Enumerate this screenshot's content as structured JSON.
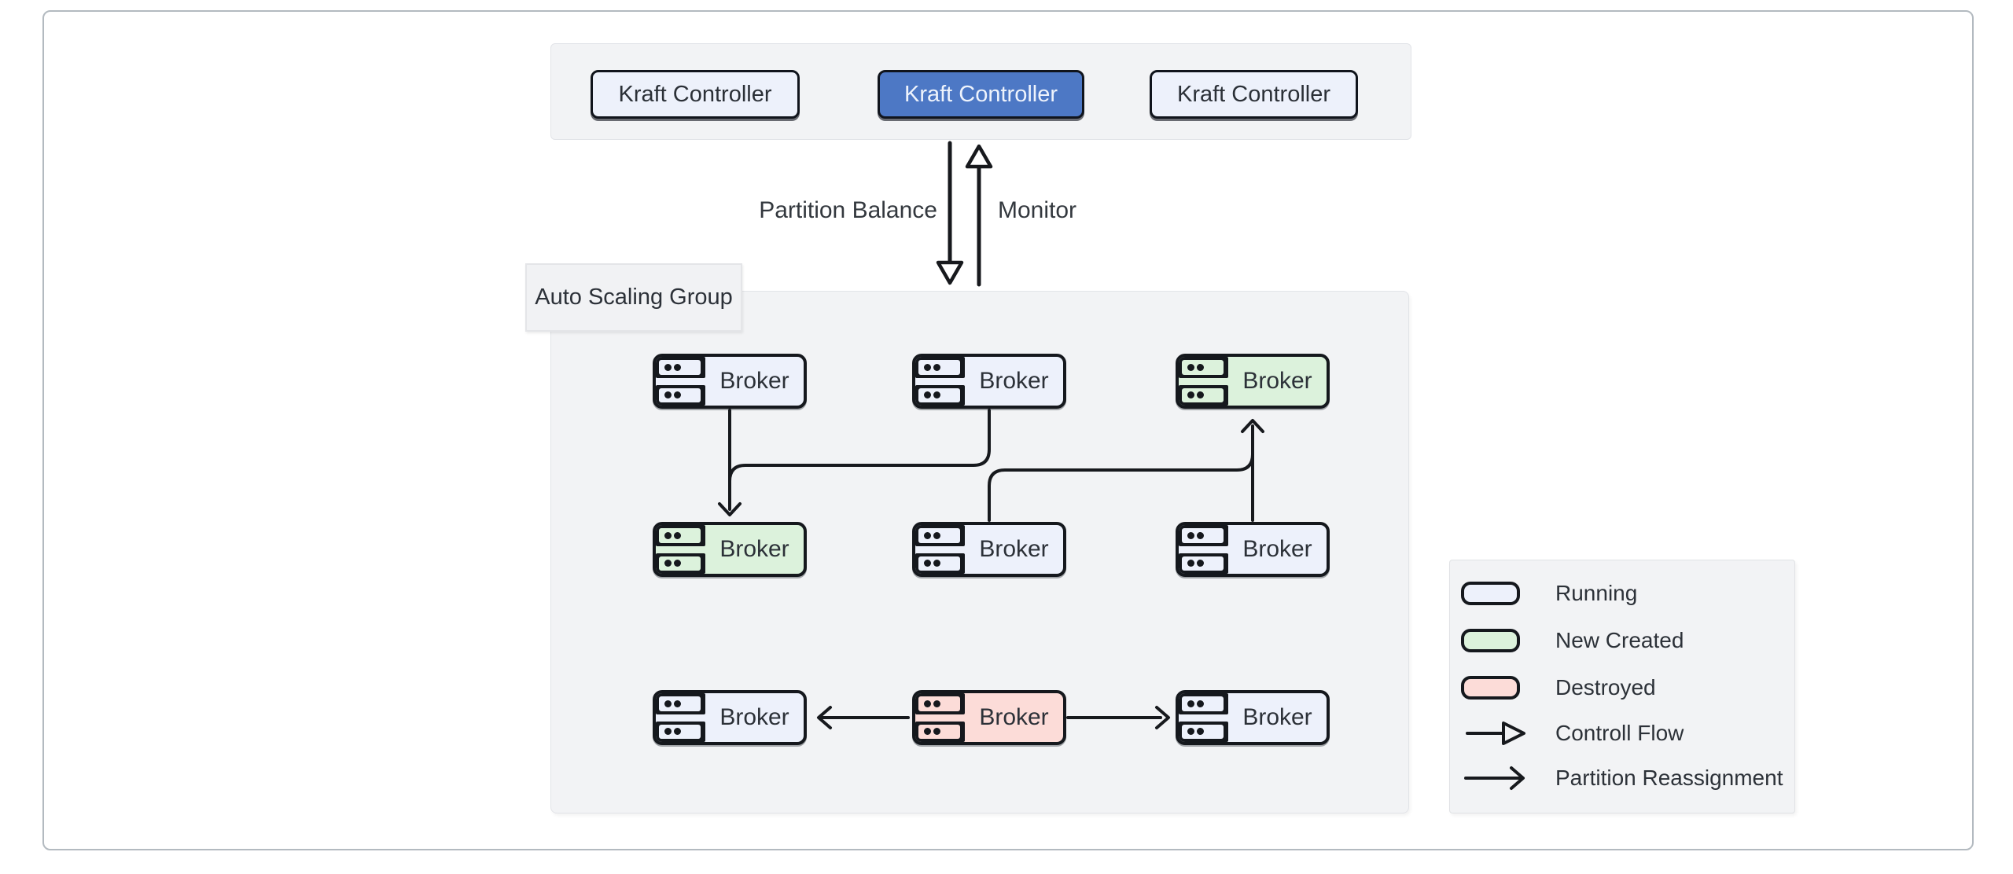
{
  "diagram": {
    "colors": {
      "running": "#edf1fb",
      "new-created": "#dcf2dc",
      "destroyed": "#fcdcd8",
      "controller-active": "#4d78c5",
      "stroke": "#17191d",
      "panel": "#f2f3f5"
    },
    "controllers": {
      "items": [
        {
          "label": "Kraft Controller",
          "state": "follower"
        },
        {
          "label": "Kraft Controller",
          "state": "active"
        },
        {
          "label": "Kraft Controller",
          "state": "follower"
        }
      ]
    },
    "edges": {
      "partition_balance_label": "Partition Balance",
      "monitor_label": "Monitor"
    },
    "asg": {
      "title": "Auto Scaling Group",
      "brokers": [
        {
          "label": "Broker",
          "status": "running"
        },
        {
          "label": "Broker",
          "status": "running"
        },
        {
          "label": "Broker",
          "status": "new-created"
        },
        {
          "label": "Broker",
          "status": "new-created"
        },
        {
          "label": "Broker",
          "status": "running"
        },
        {
          "label": "Broker",
          "status": "running"
        },
        {
          "label": "Broker",
          "status": "running"
        },
        {
          "label": "Broker",
          "status": "destroyed"
        },
        {
          "label": "Broker",
          "status": "running"
        }
      ]
    },
    "legend": {
      "items": [
        {
          "label": "Running",
          "swatch": "running"
        },
        {
          "label": "New Created",
          "swatch": "new-created"
        },
        {
          "label": "Destroyed",
          "swatch": "destroyed"
        },
        {
          "label": "Controll Flow",
          "marker": "open-triangle-arrow"
        },
        {
          "label": "Partition Reassignment",
          "marker": "line-arrow"
        }
      ]
    }
  }
}
